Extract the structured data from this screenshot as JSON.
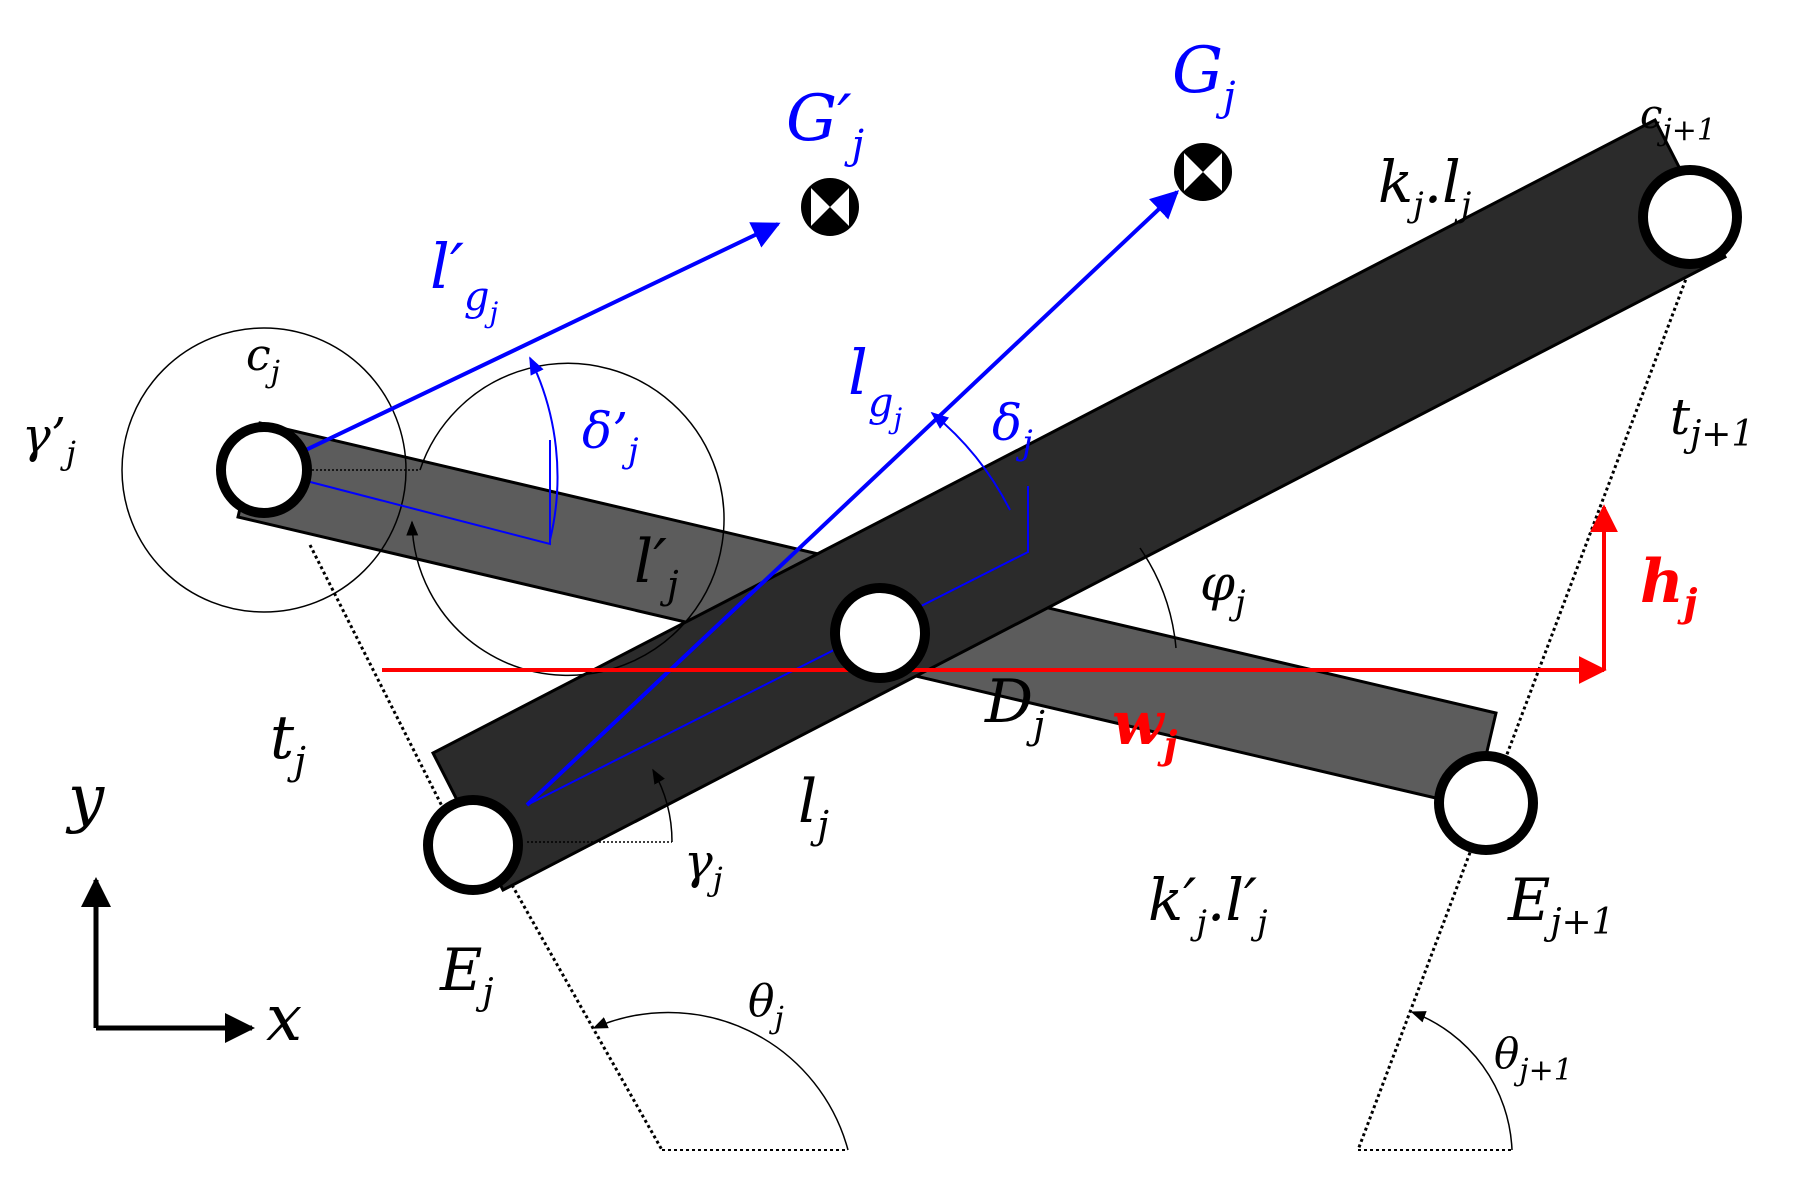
{
  "colors": {
    "bar_dark": "#2b2b2b",
    "bar_gray": "#5c5c5c",
    "blue": "#0000ff",
    "red": "#ff0000",
    "black": "#000000"
  },
  "labels": {
    "G_prime_j": {
      "base": "G′",
      "sub": "j"
    },
    "G_j": {
      "base": "G",
      "sub": "j"
    },
    "c_j1_top": {
      "base": "c",
      "sub": "j+1"
    },
    "kj_lj": {
      "a": "k",
      "asub": "j",
      "dot": ".",
      "b": "l",
      "bsub": "j"
    },
    "l_prime_gj": {
      "base": "l′",
      "sub": "g",
      "subsub": "j"
    },
    "l_gj": {
      "base": "l",
      "sub": "g",
      "subsub": "j"
    },
    "c_j": {
      "base": "c",
      "sub": "j"
    },
    "gamma_prime_j": {
      "base": "γ’",
      "sub": "j"
    },
    "delta_prime_j": {
      "base": "δ’",
      "sub": "j"
    },
    "delta_j": {
      "base": "δ",
      "sub": "j"
    },
    "t_j1": {
      "base": "t",
      "sub": "j+1"
    },
    "phi_j": {
      "base": "φ",
      "sub": "j"
    },
    "h_j": {
      "base": "h",
      "sub": "j"
    },
    "l_prime_j": {
      "base": "l′",
      "sub": "j"
    },
    "D_j": {
      "base": "D",
      "sub": "j"
    },
    "w_j": {
      "base": "w",
      "sub": "j"
    },
    "t_j": {
      "base": "t",
      "sub": "j"
    },
    "l_j": {
      "base": "l",
      "sub": "j"
    },
    "gamma_j": {
      "base": "γ",
      "sub": "j"
    },
    "kprime_lprime": {
      "a": "k′",
      "asub": "j",
      "dot": ".",
      "b": "l′",
      "bsub": "j"
    },
    "E_j1": {
      "base": "E",
      "sub": "j+1"
    },
    "E_j": {
      "base": "E",
      "sub": "j"
    },
    "theta_j": {
      "base": "θ",
      "sub": "j"
    },
    "theta_j1": {
      "base": "θ",
      "sub": "j+1"
    },
    "axis_y": "y",
    "axis_x": "x"
  }
}
